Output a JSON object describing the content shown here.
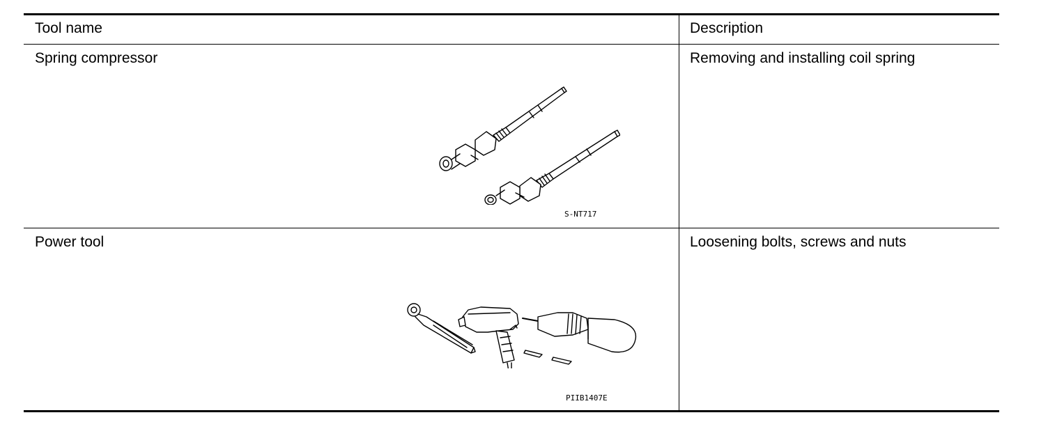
{
  "table": {
    "headers": [
      "Tool name",
      "Description"
    ],
    "rows": [
      {
        "tool_name": "Spring compressor",
        "description": "Removing and installing coil spring",
        "figure_code": "S-NT717",
        "icon": "spring-compressor-icon"
      },
      {
        "tool_name": "Power tool",
        "description": "Loosening bolts, screws and nuts",
        "figure_code": "PIIB1407E",
        "icon": "power-tool-icon"
      }
    ]
  }
}
